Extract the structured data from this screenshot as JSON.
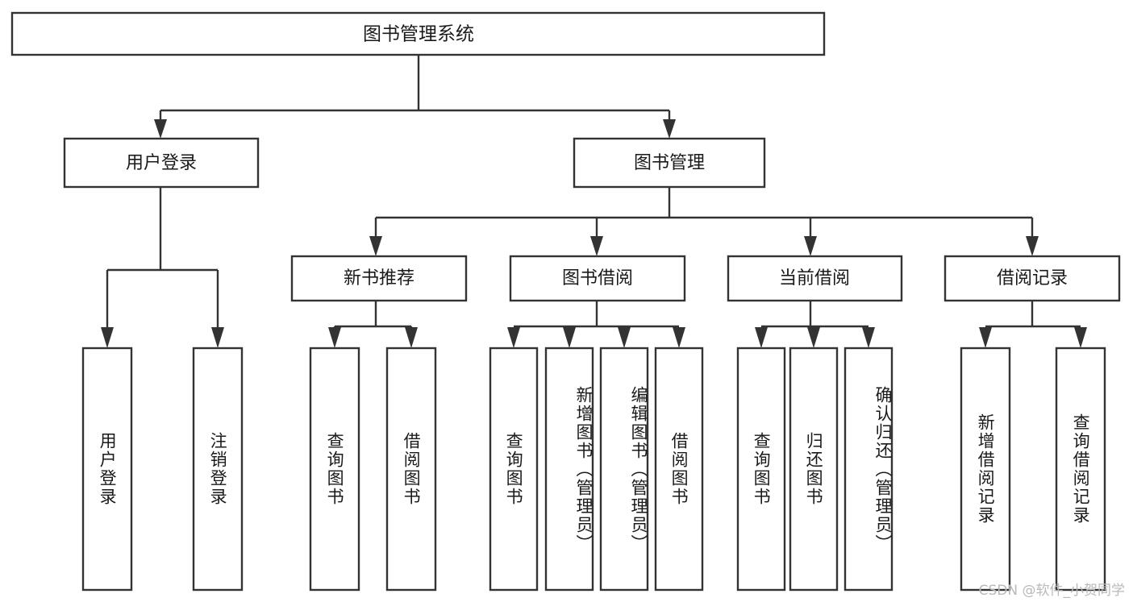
{
  "diagram": {
    "type": "hierarchy-tree",
    "title": "图书管理系统",
    "watermark": "CSDN @软件_小贺同学",
    "colors": {
      "box_stroke": "#333333",
      "box_fill": "#ffffff",
      "text": "#1a1a1a",
      "connector": "#333333",
      "background": "#ffffff",
      "watermark": "#b9b9b9"
    },
    "levels": {
      "root": "图书管理系统",
      "level2": [
        "用户登录",
        "图书管理"
      ],
      "level3": [
        "新书推荐",
        "图书借阅",
        "当前借阅",
        "借阅记录"
      ]
    },
    "nodes": {
      "root": {
        "label": "图书管理系统",
        "orientation": "horizontal"
      },
      "user_login": {
        "label": "用户登录",
        "orientation": "horizontal"
      },
      "book_manage": {
        "label": "图书管理",
        "orientation": "horizontal"
      },
      "new_book_rec": {
        "label": "新书推荐",
        "orientation": "horizontal"
      },
      "book_borrow": {
        "label": "图书借阅",
        "orientation": "horizontal"
      },
      "current_borrow": {
        "label": "当前借阅",
        "orientation": "horizontal"
      },
      "borrow_record": {
        "label": "借阅记录",
        "orientation": "horizontal"
      },
      "leaf_user_login": {
        "label": "用户登录",
        "orientation": "vertical"
      },
      "leaf_logout": {
        "label": "注销登录",
        "orientation": "vertical"
      },
      "leaf_query_book_1": {
        "label": "查询图书",
        "orientation": "vertical"
      },
      "leaf_borrow_book_1": {
        "label": "借阅图书",
        "orientation": "vertical"
      },
      "leaf_query_book_2": {
        "label": "查询图书",
        "orientation": "vertical"
      },
      "leaf_add_book": {
        "label": "新增图书（管理员）",
        "orientation": "vertical"
      },
      "leaf_edit_book": {
        "label": "编辑图书（管理员）",
        "orientation": "vertical"
      },
      "leaf_borrow_book_2": {
        "label": "借阅图书",
        "orientation": "vertical"
      },
      "leaf_query_book_3": {
        "label": "查询图书",
        "orientation": "vertical"
      },
      "leaf_return_book": {
        "label": "归还图书",
        "orientation": "vertical"
      },
      "leaf_confirm_return": {
        "label": "确认归还（管理员）",
        "orientation": "vertical"
      },
      "leaf_add_record": {
        "label": "新增借阅记录",
        "orientation": "vertical"
      },
      "leaf_query_record": {
        "label": "查询借阅记录",
        "orientation": "vertical"
      }
    },
    "edges": [
      {
        "from": "图书管理系统",
        "to": "用户登录"
      },
      {
        "from": "图书管理系统",
        "to": "图书管理"
      },
      {
        "from": "用户登录",
        "to": "用户登录"
      },
      {
        "from": "用户登录",
        "to": "注销登录"
      },
      {
        "from": "图书管理",
        "to": "新书推荐"
      },
      {
        "from": "图书管理",
        "to": "图书借阅"
      },
      {
        "from": "图书管理",
        "to": "当前借阅"
      },
      {
        "from": "图书管理",
        "to": "借阅记录"
      },
      {
        "from": "新书推荐",
        "to": "查询图书"
      },
      {
        "from": "新书推荐",
        "to": "借阅图书"
      },
      {
        "from": "图书借阅",
        "to": "查询图书"
      },
      {
        "from": "图书借阅",
        "to": "新增图书（管理员）"
      },
      {
        "from": "图书借阅",
        "to": "编辑图书（管理员）"
      },
      {
        "from": "图书借阅",
        "to": "借阅图书"
      },
      {
        "from": "当前借阅",
        "to": "查询图书"
      },
      {
        "from": "当前借阅",
        "to": "归还图书"
      },
      {
        "from": "当前借阅",
        "to": "确认归还（管理员）"
      },
      {
        "from": "借阅记录",
        "to": "新增借阅记录"
      },
      {
        "from": "借阅记录",
        "to": "查询借阅记录"
      }
    ]
  }
}
